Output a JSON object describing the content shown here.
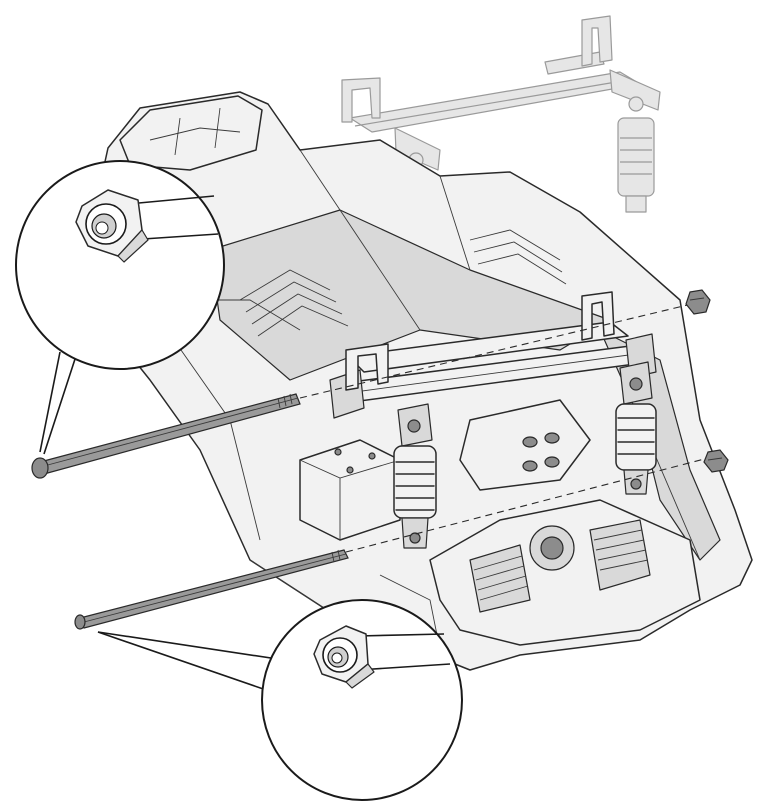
{
  "figure": {
    "type": "exploded-assembly-illustration",
    "parts": {
      "chassis": "chassis-frame",
      "front_suspension": "shock-absorber-assembly-installed",
      "rear_suspension": "shock-absorber-assembly-ghost",
      "upper_rod": "mounting-rod-upper",
      "lower_rod": "mounting-rod-lower",
      "nuts": "lock-nut"
    },
    "callouts": [
      {
        "id": "upper",
        "shows": "lock-nut"
      },
      {
        "id": "lower",
        "shows": "lock-nut"
      }
    ],
    "colors": {
      "line": "#2a2a2a",
      "fill": "#f2f2f2",
      "ghost": "#9a9a9a",
      "rod": "#9a9a9a"
    }
  }
}
